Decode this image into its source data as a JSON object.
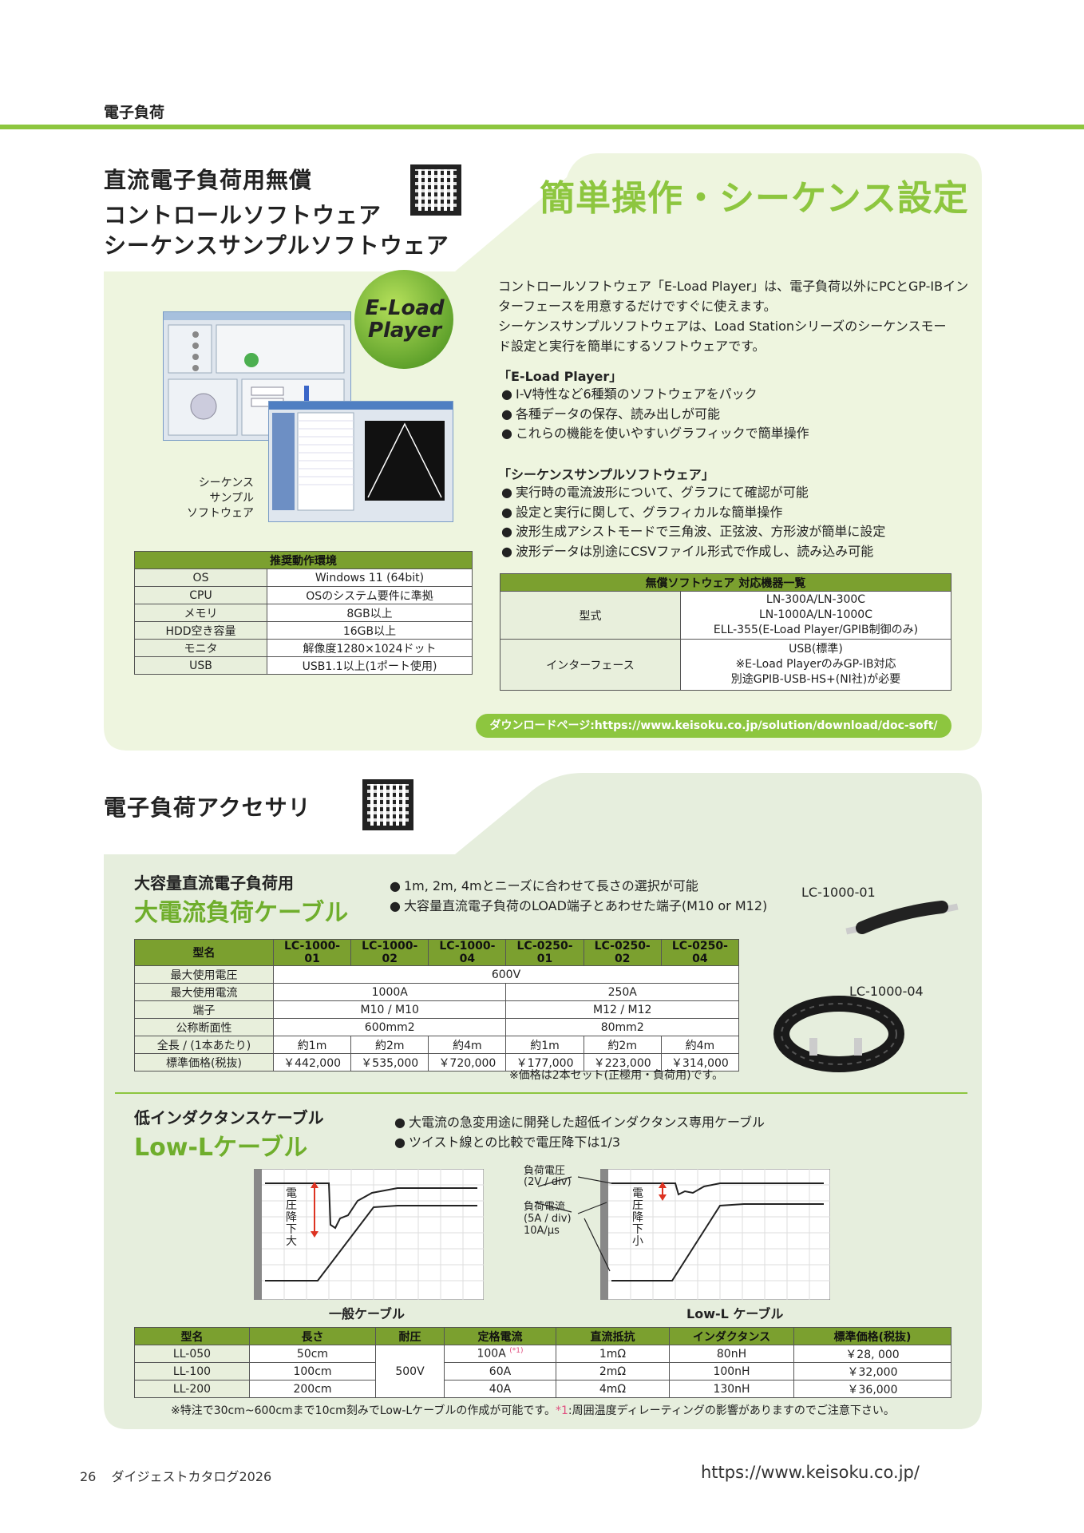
{
  "header": {
    "section": "電子負荷"
  },
  "software": {
    "title_lines": [
      "直流電子負荷用無償",
      "コントロールソフトウェア",
      "シーケンスサンプルソフトウェア"
    ],
    "catch": "簡単操作・シーケンス設定",
    "logo_lines": [
      "E-Load",
      "Player"
    ],
    "screenshot_caption": [
      "シーケンス",
      "サンプル",
      "ソフトウェア"
    ],
    "intro": [
      "コントロールソフトウェア「E-Load Player」は、電子負荷以外にPCとGP-IBイン",
      "ターフェースを用意するだけですぐに使えます。",
      "シーケンスサンプルソフトウェアは、Load Stationシリーズのシーケンスモー",
      "ド設定と実行を簡単にするソフトウェアです。"
    ],
    "eload_heading": "「E-Load Player」",
    "eload_bullets": [
      "I-V特性など6種類のソフトウェアをパック",
      "各種データの保存、読み出しが可能",
      "これらの機能を使いやすいグラフィックで簡単操作"
    ],
    "seq_heading": "「シーケンスサンプルソフトウェア」",
    "seq_bullets": [
      "実行時の電流波形について、グラフにて確認が可能",
      "設定と実行に関して、グラフィカルな簡単操作",
      "波形生成アシストモードで三角波、正弦波、方形波が簡単に設定",
      "波形データは別途にCSVファイル形式で作成し、読み込み可能"
    ],
    "env_table": {
      "header": "推奨動作環境",
      "rows": [
        [
          "OS",
          "Windows 11 (64bit)"
        ],
        [
          "CPU",
          "OSのシステム要件に準拠"
        ],
        [
          "メモリ",
          "8GB以上"
        ],
        [
          "HDD空き容量",
          "16GB以上"
        ],
        [
          "モニタ",
          "解像度1280×1024ドット"
        ],
        [
          "USB",
          "USB1.1以上(1ポート使用)"
        ]
      ]
    },
    "compat_table": {
      "header": "無償ソフトウェア 対応機器一覧",
      "rows": [
        {
          "label": "型式",
          "lines": [
            "LN-300A/LN-300C",
            "LN-1000A/LN-1000C",
            "ELL-355(E-Load Player/GPIB制御のみ)"
          ]
        },
        {
          "label": "インターフェース",
          "lines": [
            "USB(標準)",
            "※E-Load PlayerのみGP-IB対応",
            "別途GPIB-USB-HS+(NI社)が必要"
          ]
        }
      ]
    },
    "download": "ダウンロードページ:https://www.keisoku.co.jp/solution/download/doc-soft/"
  },
  "accessory": {
    "title": "電子負荷アクセサリ",
    "cable": {
      "subtitle": "大容量直流電子負荷用",
      "title": "大電流負荷ケーブル",
      "bullets": [
        "1m, 2m, 4mとニーズに合わせて長さの選択が可能",
        "大容量直流電子負荷のLOAD端子とあわせた端子(M10 or M12)"
      ],
      "img_label_1": "LC-1000-01",
      "img_label_2": "LC-1000-04",
      "table": {
        "header": [
          "型名",
          "LC-1000-01",
          "LC-1000-02",
          "LC-1000-04",
          "LC-0250-01",
          "LC-0250-02",
          "LC-0250-04"
        ],
        "row_labels": [
          "最大使用電圧",
          "最大使用電流",
          "端子",
          "公称断面性",
          "全長 / (1本あたり)",
          "標準価格(税抜)"
        ],
        "voltage": "600V",
        "current": [
          "1000A",
          "250A"
        ],
        "terminal": [
          "M10 / M10",
          "M12 / M12"
        ],
        "section": [
          "600mm2",
          "80mm2"
        ],
        "length": [
          "約1m",
          "約2m",
          "約4m",
          "約1m",
          "約2m",
          "約4m"
        ],
        "price": [
          "￥442,000",
          "￥535,000",
          "￥720,000",
          "￥177,000",
          "￥223,000",
          "￥314,000"
        ]
      },
      "note": "※価格は2本セット(正極用・負荷用)です。"
    },
    "lowl": {
      "subtitle": "低インダクタンスケーブル",
      "title": "Low-Lケーブル",
      "bullets": [
        "大電流の急変用途に開発した超低インダクタンス専用ケーブル",
        "ツイスト線との比較で電圧降下は1/3"
      ],
      "graph_left_label": "一般ケーブル",
      "graph_right_label": "Low-L ケーブル",
      "left_vert": [
        "電",
        "圧",
        "降",
        "下",
        "大"
      ],
      "right_vert": [
        "電",
        "圧",
        "降",
        "下",
        "小"
      ],
      "legend_v": [
        "負荷電圧",
        "(2V / div)"
      ],
      "legend_i": [
        "負荷電流",
        "(5A / div)",
        "10A/μs"
      ],
      "table": {
        "header": [
          "型名",
          "長さ",
          "耐圧",
          "定格電流",
          "直流抵抗",
          "インダクタンス",
          "標準価格(税抜)"
        ],
        "rows": [
          [
            "LL-050",
            "50cm",
            "100A",
            "1mΩ",
            "80nH",
            "￥28, 000"
          ],
          [
            "LL-100",
            "100cm",
            "60A",
            "2mΩ",
            "100nH",
            "￥32,000"
          ],
          [
            "LL-200",
            "200cm",
            "40A",
            "4mΩ",
            "130nH",
            "￥36,000"
          ]
        ],
        "voltage": "500V",
        "footnote_mark": "(*1)"
      },
      "note": "※特注で30cm~600cmまで10cm刻みでLow-Lケーブルの作成が可能です。",
      "note_mark": "*1",
      "note_tail": ":周囲温度ディレーティングの影響がありますのでご注意下さい。"
    }
  },
  "footer": {
    "page": "26",
    "catalog": "ダイジェストカタログ2026",
    "url": "https://www.keisoku.co.jp/"
  },
  "colors": {
    "accent": "#8dc63f",
    "panel": "#eef5df",
    "panel2": "#e6eedd",
    "table_head": "#7ba02f"
  }
}
